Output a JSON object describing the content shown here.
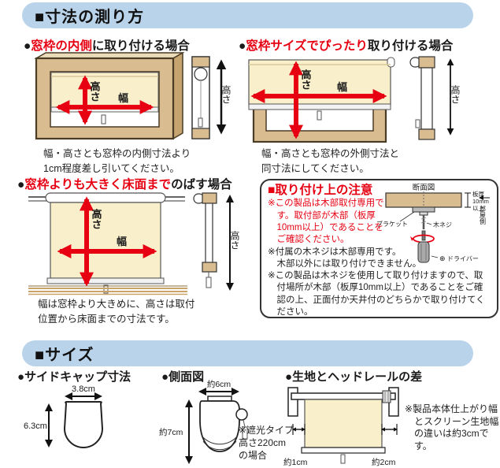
{
  "colors": {
    "header_bg": "#b9d4ea",
    "accent_red": "#e60012",
    "blind_cream": "#f9f0cb",
    "frame_tan": "#d9bd91",
    "floor_tan": "#c8a36a"
  },
  "measure_section": {
    "header": "■寸法の測り方",
    "inside": {
      "bullet": "●",
      "title_red": "窓枠の内側",
      "title_black": "に取り付ける場合",
      "height_label": "高さ",
      "width_label": "幅",
      "side_height_label": "高さ",
      "caption1": "幅・高さとも窓枠の内側寸法より",
      "caption2": "1cm程度差し引いてください。"
    },
    "fit": {
      "bullet": "●",
      "title_red": "窓枠サイズでぴったり",
      "title_black": "取り付ける場合",
      "height_label": "高さ",
      "width_label": "幅",
      "side_height_label": "高さ",
      "caption1": "幅・高さとも窓枠の外側寸法と",
      "caption2": "同寸法にしてください。"
    },
    "floor": {
      "bullet": "●",
      "title_red": "窓枠よりも大きく床面まで",
      "title_black": "のばす場合",
      "height_label": "高さ",
      "width_label": "幅",
      "side_height_label": "高さ",
      "caption1": "幅は窓枠より大きめに、高さは取付",
      "caption2": "位置から床面までの寸法です。"
    },
    "notice": {
      "title": "■取り付け上の注意",
      "para1": "※この製品は木部取付専用です。取付部が木部（板厚10mm以上）であることをご確認ください。",
      "para2_line1": "※付属の木ネジは木部専用です。",
      "para2_line2": "木部以外には取り付けできません。",
      "para3": "※この製品は木ネジを使用して取り付けますので、取付場所が木部（板厚10mm以上）であることをご確認の上、正面付か天井付のどちらかで取り付けてください。",
      "diagram": {
        "section_label": "断面図",
        "thickness_label1": "板厚",
        "thickness_label2": "10mm",
        "thickness_label3": "以上",
        "bracket_label": "ブラケット",
        "screw_label": "木ネジ",
        "room_label": "部屋側",
        "driver_symbol": "⊕",
        "driver_label": "ドライバー"
      }
    }
  },
  "size_section": {
    "header": "■サイズ",
    "sidecap": {
      "bullet": "●",
      "title": "サイドキャップ寸法",
      "width": "3.8cm",
      "height": "6.3cm"
    },
    "sideview": {
      "bullet": "●",
      "title": "側面図",
      "width": "約6cm",
      "height": "約7cm",
      "note1": "※遮光タイプ",
      "note2": "高さ220cm",
      "note3": "の場合"
    },
    "fabric": {
      "bullet": "●",
      "title": "生地とヘッドレールの差",
      "left": "約1cm",
      "right": "約2cm",
      "note": "※製品本体仕上がり幅とスクリーン生地幅の違いは約3cmです。"
    }
  }
}
